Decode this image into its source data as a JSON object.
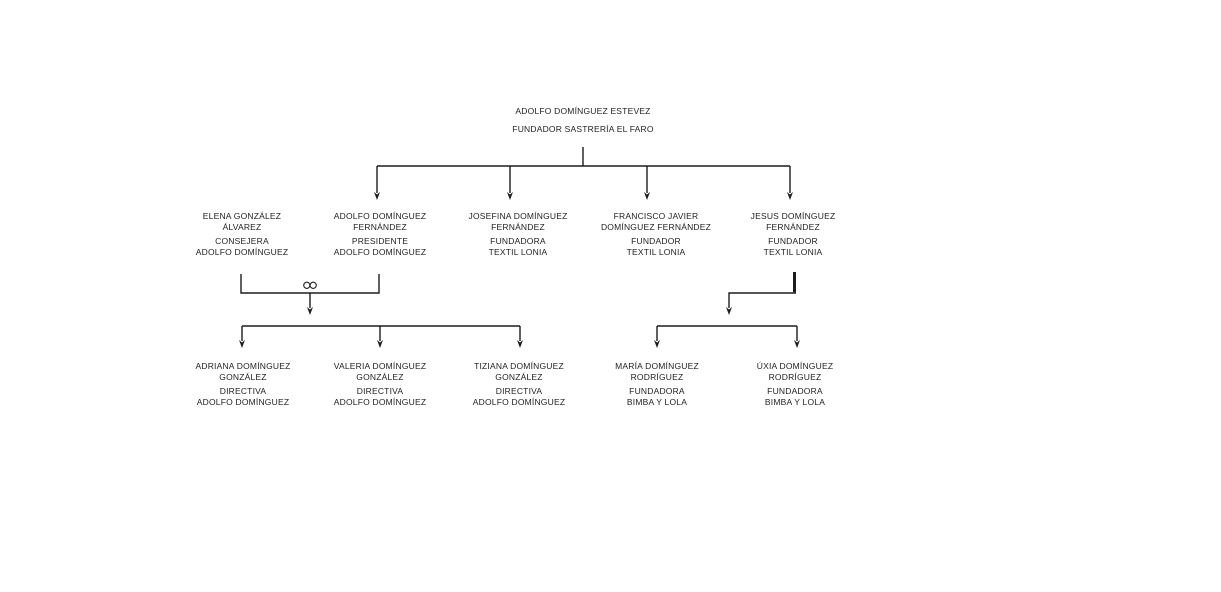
{
  "page": {
    "background": "#ffffff",
    "line_color": "#1d1d1d",
    "text_color": "#1f1f1f"
  },
  "tree": {
    "root": {
      "name_lines": [
        "ADOLFO DOMÍNGUEZ ESTEVEZ"
      ],
      "role_lines": [
        "FUNDADOR SASTRERÍA EL FARO"
      ]
    },
    "gen2": [
      {
        "name_lines": [
          "ELENA GONZÁLEZ",
          "ÁLVAREZ"
        ],
        "role_lines": [
          "CONSEJERA",
          "ADOLFO DOMÍNGUEZ"
        ]
      },
      {
        "name_lines": [
          "ADOLFO DOMÍNGUEZ",
          "FERNÁNDEZ"
        ],
        "role_lines": [
          "PRESIDENTE",
          "ADOLFO DOMÍNGUEZ"
        ]
      },
      {
        "name_lines": [
          "JOSEFINA DOMÍNGUEZ",
          "FERNÁNDEZ"
        ],
        "role_lines": [
          "FUNDADORA",
          "TEXTIL LONIA"
        ]
      },
      {
        "name_lines": [
          "FRANCISCO JAVIER",
          "DOMÍNGUEZ FERNÁNDEZ"
        ],
        "role_lines": [
          "FUNDADOR",
          "TEXTIL LONIA"
        ]
      },
      {
        "name_lines": [
          "JESUS DOMÍNGUEZ",
          "FERNÁNDEZ"
        ],
        "role_lines": [
          "FUNDADOR",
          "TEXTIL LONIA"
        ]
      }
    ],
    "gen3": [
      {
        "name_lines": [
          "ADRIANA DOMÍNGUEZ",
          "GONZÁLEZ"
        ],
        "role_lines": [
          "DIRECTIVA",
          "ADOLFO DOMÍNGUEZ"
        ]
      },
      {
        "name_lines": [
          "VALERIA DOMÍNGUEZ",
          "GONZÁLEZ"
        ],
        "role_lines": [
          "DIRECTIVA",
          "ADOLFO DOMÍNGUEZ"
        ]
      },
      {
        "name_lines": [
          "TIZIANA DOMÍNGUEZ",
          "GONZÁLEZ"
        ],
        "role_lines": [
          "DIRECTIVA",
          "ADOLFO DOMÍNGUEZ"
        ]
      },
      {
        "name_lines": [
          "MARÍA DOMÍNGUEZ",
          "RODRÍGUEZ"
        ],
        "role_lines": [
          "FUNDADORA",
          "BIMBA Y LOLA"
        ]
      },
      {
        "name_lines": [
          "ÚXIA DOMÍNGUEZ",
          "RODRÍGUEZ"
        ],
        "role_lines": [
          "FUNDADORA",
          "BIMBA Y LOLA"
        ]
      }
    ],
    "marriage_symbol": "interlocked-rings"
  }
}
